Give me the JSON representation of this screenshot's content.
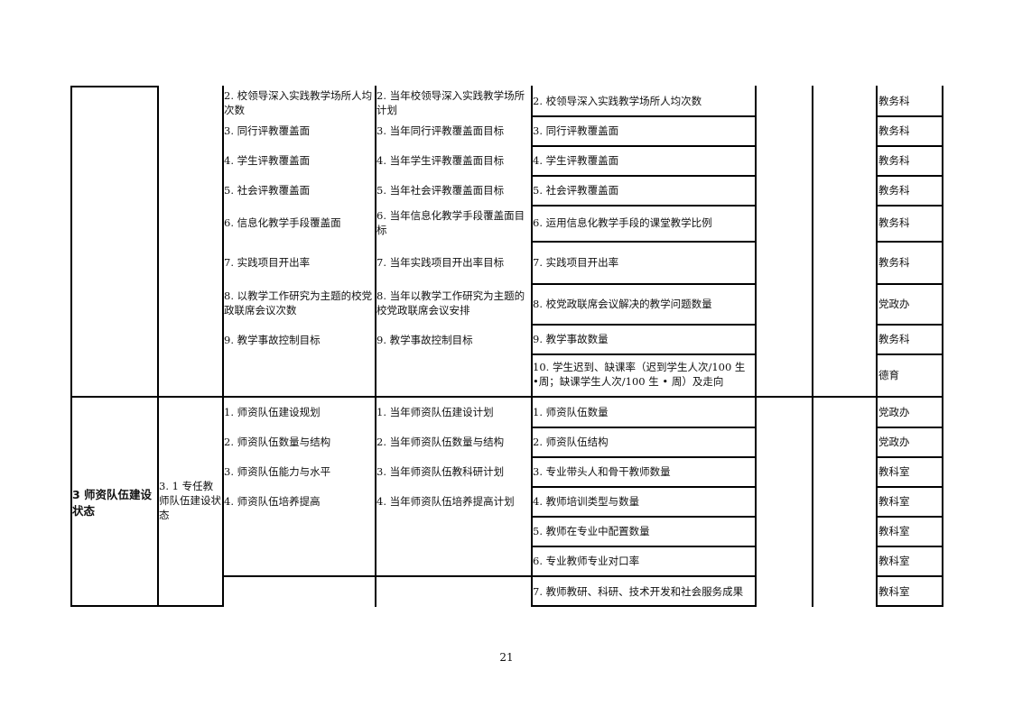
{
  "rows_top": [
    {
      "c3": "2. 校领导深入实践教学场所人均次数",
      "c4": "2. 当年校领导深入实践教学场所计划",
      "c5": "2. 校领导深入实践教学场所人均次数",
      "c8": "教务科"
    },
    {
      "c3": "3. 同行评教覆盖面",
      "c4": "3. 当年同行评教覆盖面目标",
      "c5": "3. 同行评教覆盖面",
      "c8": "教务科"
    },
    {
      "c3": "4. 学生评教覆盖面",
      "c4": "4. 当年学生评教覆盖面目标",
      "c5": "4. 学生评教覆盖面",
      "c8": "教务科"
    },
    {
      "c3": "5. 社会评教覆盖面",
      "c4": "5. 当年社会评教覆盖面目标",
      "c5": "5. 社会评教覆盖面",
      "c8": "教务科"
    },
    {
      "c3": "6. 信息化教学手段覆盖面",
      "c4": "6. 当年信息化教学手段覆盖面目标",
      "c5": "6. 运用信息化教学手段的课堂教学比例",
      "c8": "教务科"
    },
    {
      "c3": "7. 实践项目开出率",
      "c4": "7. 当年实践项目开出率目标",
      "c5": "7. 实践项目开出率",
      "c8": "教务科"
    },
    {
      "c3": "8. 以教学工作研究为主题的校党政联席会议次数",
      "c4": "8. 当年以教学工作研究为主题的校党政联席会议安排",
      "c5": "8. 校党政联席会议解决的教学问题数量",
      "c8": "党政办"
    },
    {
      "c3": "9. 教学事故控制目标",
      "c4": "9. 教学事故控制目标",
      "c5": "9. 教学事故数量",
      "c8": "教务科"
    },
    {
      "c3": "",
      "c4": "",
      "c5": "10. 学生迟到、缺课率（迟到学生人次/100 生 •周；缺课学生人次/100 生 • 周）及走向",
      "c8": "德育"
    }
  ],
  "section3": {
    "c1": "3 师资队伍建设状态",
    "c2": "3. 1 专任教师队伍建设状态",
    "c3": [
      "1. 师资队伍建设规划",
      "2. 师资队伍数量与结构",
      "3. 师资队伍能力与水平",
      "4. 师资队伍培养提高"
    ],
    "c4": [
      "1. 当年师资队伍建设计划",
      "2. 当年师资队伍数量与结构",
      "3. 当年师资队伍教科研计划",
      "4. 当年师资队伍培养提高计划"
    ],
    "c5": [
      "1. 师资队伍数量",
      "2. 师资队伍结构",
      "3. 专业带头人和骨干教师数量",
      "4. 教师培训类型与数量",
      "5. 教师在专业中配置数量",
      "6. 专业教师专业对口率",
      "7. 教师教研、科研、技术开发和社会服务成果"
    ],
    "c8": [
      "党政办",
      "党政办",
      "教科室",
      "教科室",
      "教科室",
      "教科室",
      "教科室"
    ]
  },
  "page_number": "21"
}
